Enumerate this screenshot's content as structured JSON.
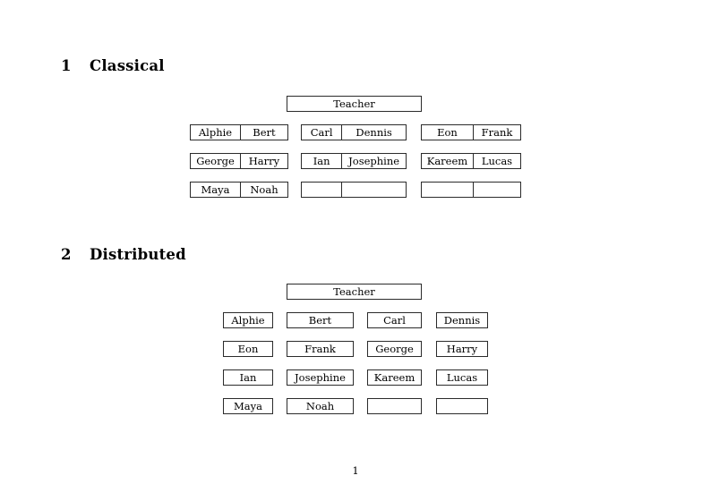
{
  "document": {
    "page_number": "1",
    "sections": [
      {
        "number": "1",
        "title": "Classical",
        "teacher": "Teacher",
        "layout": "paired",
        "groups": [
          {
            "id": "a",
            "rows": [
              {
                "first": "Alphie",
                "second": "Bert"
              },
              {
                "first": "George",
                "second": "Harry"
              },
              {
                "first": "Maya",
                "second": "Noah"
              }
            ]
          },
          {
            "id": "b",
            "rows": [
              {
                "first": "Carl",
                "second": "Dennis"
              },
              {
                "first": "Ian",
                "second": "Josephine"
              },
              {
                "first": "",
                "second": ""
              }
            ]
          },
          {
            "id": "c",
            "rows": [
              {
                "first": "Eon",
                "second": "Frank"
              },
              {
                "first": "Kareem",
                "second": "Lucas"
              },
              {
                "first": "",
                "second": ""
              }
            ]
          }
        ]
      },
      {
        "number": "2",
        "title": "Distributed",
        "teacher": "Teacher",
        "layout": "columns",
        "rows": [
          {
            "c1": "Alphie",
            "c2": "Bert",
            "c3": "Carl",
            "c4": "Dennis"
          },
          {
            "c1": "Eon",
            "c2": "Frank",
            "c3": "George",
            "c4": "Harry"
          },
          {
            "c1": "Ian",
            "c2": "Josephine",
            "c3": "Kareem",
            "c4": "Lucas"
          },
          {
            "c1": "Maya",
            "c2": "Noah",
            "c3": "",
            "c4": ""
          }
        ]
      }
    ]
  }
}
